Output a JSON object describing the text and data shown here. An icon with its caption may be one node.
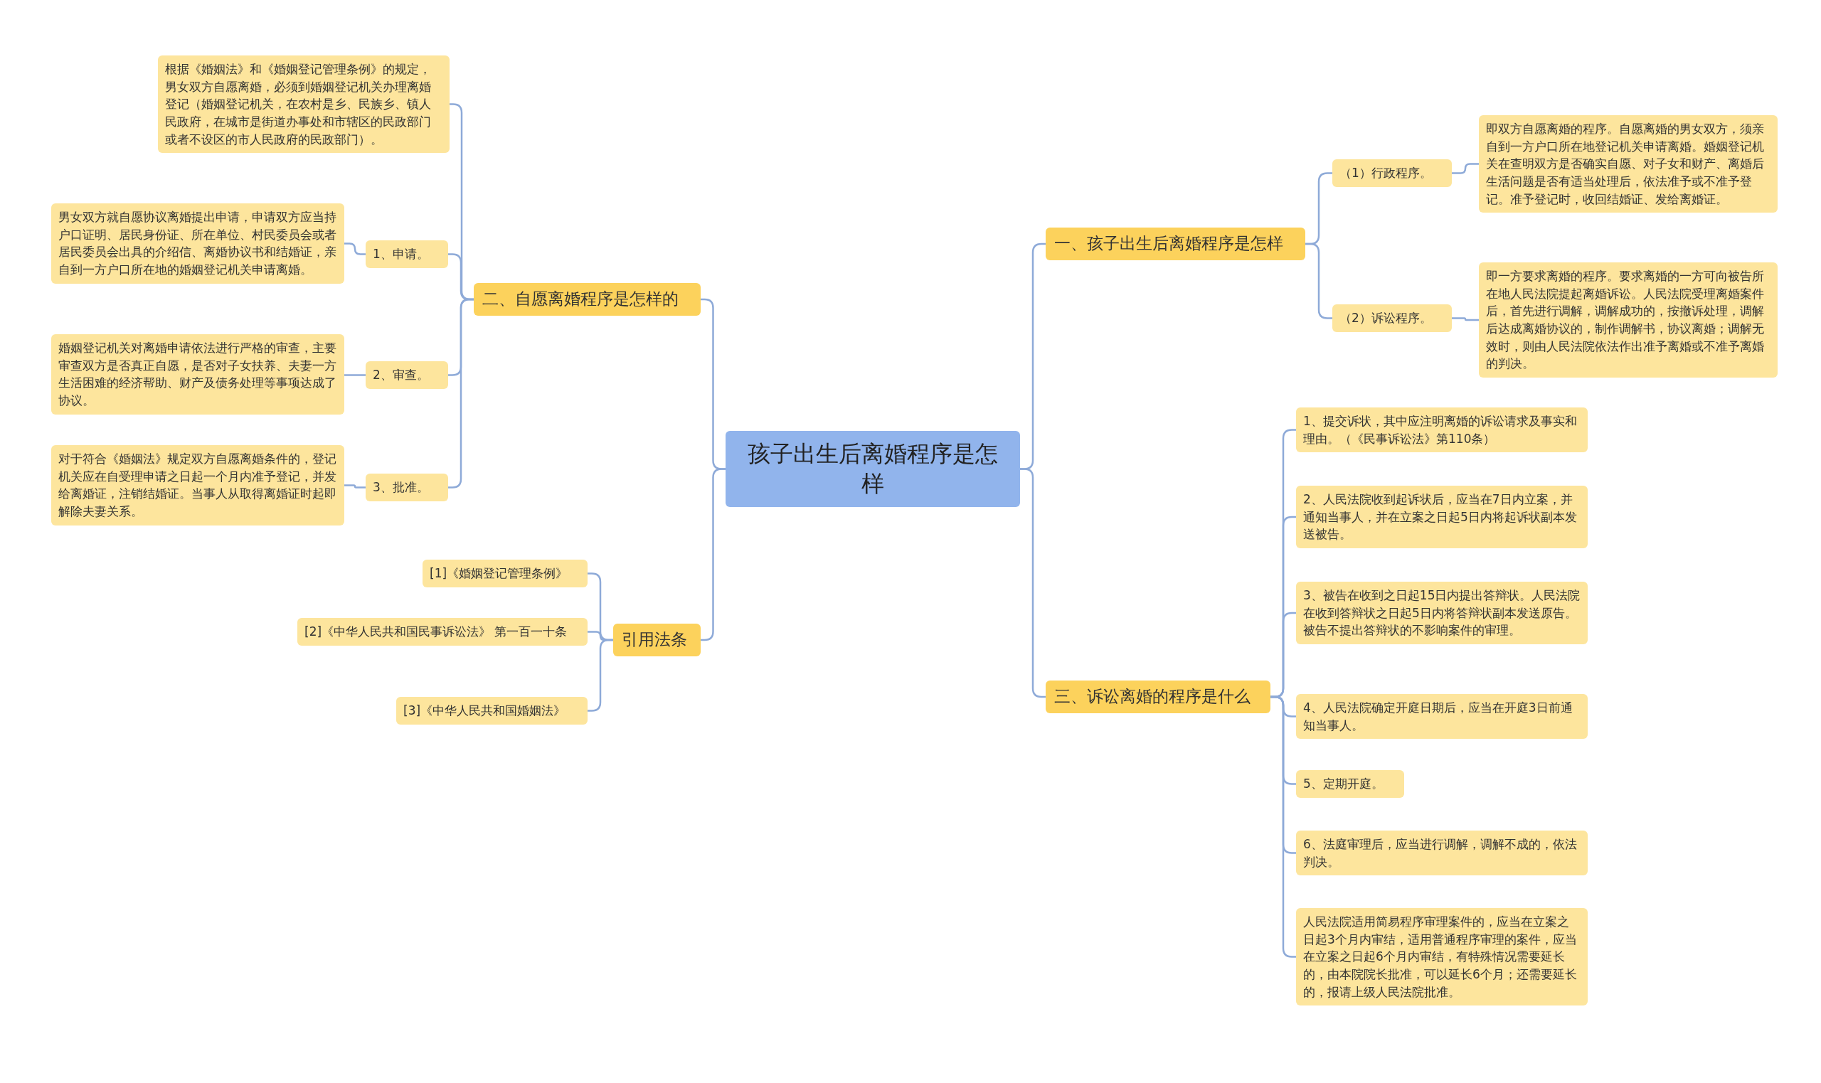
{
  "diagram": {
    "nodes": [
      {
        "text": [
          "孩子出生后离婚程序是怎样"
        ]
      },
      {
        "text": [
          "一、孩子出生后离婚程序是怎样"
        ]
      },
      {
        "text": [
          "（1）行政程序。"
        ]
      },
      {
        "text": [
          "即双方自愿离婚的程序。自愿离婚的男女双方，须亲自到一方户口所在地登记机关申请离婚。婚姻登记机关在查明双方是否确实自愿、对子女和财产、离婚后生活问题是否有适当处理后，依法准予或不准予登记。准予登记时，收回结婚证、发给离婚证。"
        ]
      },
      {
        "text": [
          "（2）诉讼程序。"
        ]
      },
      {
        "text": [
          "即一方要求离婚的程序。要求离婚的一方可向被告所在地人民法院提起离婚诉讼。人民法院受理离婚案件后，首先进行调解，调解成功的，按撤诉处理，调解后达成离婚协议的，制作调解书，协议离婚；调解无效时，则由人民法院依法作出准予离婚或不准予离婚的判决。"
        ]
      },
      {
        "text": [
          "三、诉讼离婚的程序是什么"
        ]
      },
      {
        "text": [
          "1、提交诉状，其中应注明离婚的诉讼请求及事实和理由。（《民事诉讼法》第110条）"
        ]
      },
      {
        "text": [
          "2、人民法院收到起诉状后，应当在7日内立案，并通知当事人，并在立案之日起5日内将起诉状副本发送被告。"
        ]
      },
      {
        "text": [
          "3、被告在收到之日起15日内提出答辩状。人民法院在收到答辩状之日起5日内将答辩状副本发送原告。被告不提出答辩状的不影响案件的审理。"
        ]
      },
      {
        "text": [
          "4、人民法院确定开庭日期后，应当在开庭3日前通知当事人。"
        ]
      },
      {
        "text": [
          "5、定期开庭。"
        ]
      },
      {
        "text": [
          "6、法庭审理后，应当进行调解，调解不成的，依法判决。"
        ]
      },
      {
        "text": [
          "人民法院适用简易程序审理案件的，应当在立案之日起3个月内审结，适用普通程序审理的案件，应当在立案之日起6个月内审结，有特殊情况需要延长的，由本院院长批准，可以延长6个月；还需要延长的，报请上级人民法院批准。"
        ]
      },
      {
        "text": [
          "二、自愿离婚程序是怎样的"
        ]
      },
      {
        "text": [
          "根据《婚姻法》和《婚姻登记管理条例》的规定，男女双方自愿离婚，必须到婚姻登记机关办理离婚登记（婚姻登记机关，在农村是乡、民族乡、镇人民政府，在城市是街道办事处和市辖区的民政部门或者不设区的市人民政府的民政部门）。"
        ]
      },
      {
        "text": [
          "1、申请。"
        ]
      },
      {
        "text": [
          "男女双方就自愿协议离婚提出申请，申请双方应当持户口证明、居民身份证、所在单位、村民委员会或者居民委员会出具的介绍信、离婚协议书和结婚证，亲自到一方户口所在地的婚姻登记机关申请离婚。"
        ]
      },
      {
        "text": [
          "2、审查。"
        ]
      },
      {
        "text": [
          "婚姻登记机关对离婚申请依法进行严格的审查，主要审查双方是否真正自愿，是否对子女扶养、夫妻一方生活困难的经济帮助、财产及债务处理等事项达成了协议。"
        ]
      },
      {
        "text": [
          "3、批准。"
        ]
      },
      {
        "text": [
          "对于符合《婚姻法》规定双方自愿离婚条件的，登记机关应在自受理申请之日起一个月内准予登记，并发给离婚证，注销结婚证。当事人从取得离婚证时起即解除夫妻关系。"
        ]
      },
      {
        "text": [
          "引用法条"
        ]
      },
      {
        "text": [
          "[1]《婚姻登记管理条例》"
        ]
      },
      {
        "text": [
          "[2]《中华人民共和国民事诉讼法》 第一百一十条"
        ]
      },
      {
        "text": [
          "[3]《中华人民共和国婚姻法》"
        ]
      }
    ],
    "edges": [
      {
        "from": 0,
        "to": 1,
        "arrow": "none"
      },
      {
        "from": 1,
        "to": 2,
        "arrow": "none"
      },
      {
        "from": 2,
        "to": 3,
        "arrow": "none"
      },
      {
        "from": 1,
        "to": 4,
        "arrow": "none"
      },
      {
        "from": 4,
        "to": 5,
        "arrow": "none"
      },
      {
        "from": 0,
        "to": 6,
        "arrow": "none"
      },
      {
        "from": 6,
        "to": 7,
        "arrow": "none"
      },
      {
        "from": 6,
        "to": 8,
        "arrow": "none"
      },
      {
        "from": 6,
        "to": 9,
        "arrow": "none"
      },
      {
        "from": 6,
        "to": 10,
        "arrow": "none"
      },
      {
        "from": 6,
        "to": 11,
        "arrow": "none"
      },
      {
        "from": 6,
        "to": 12,
        "arrow": "none"
      },
      {
        "from": 6,
        "to": 13,
        "arrow": "none"
      },
      {
        "from": 0,
        "to": 14,
        "arrow": "none"
      },
      {
        "from": 14,
        "to": 15,
        "arrow": "none"
      },
      {
        "from": 14,
        "to": 16,
        "arrow": "none"
      },
      {
        "from": 16,
        "to": 17,
        "arrow": "none"
      },
      {
        "from": 14,
        "to": 18,
        "arrow": "none"
      },
      {
        "from": 18,
        "to": 19,
        "arrow": "none"
      },
      {
        "from": 14,
        "to": 20,
        "arrow": "none"
      },
      {
        "from": 20,
        "to": 21,
        "arrow": "none"
      },
      {
        "from": 0,
        "to": 22,
        "arrow": "none"
      },
      {
        "from": 22,
        "to": 23,
        "arrow": "none"
      },
      {
        "from": 22,
        "to": 24,
        "arrow": "none"
      },
      {
        "from": 22,
        "to": 25,
        "arrow": "none"
      }
    ]
  }
}
